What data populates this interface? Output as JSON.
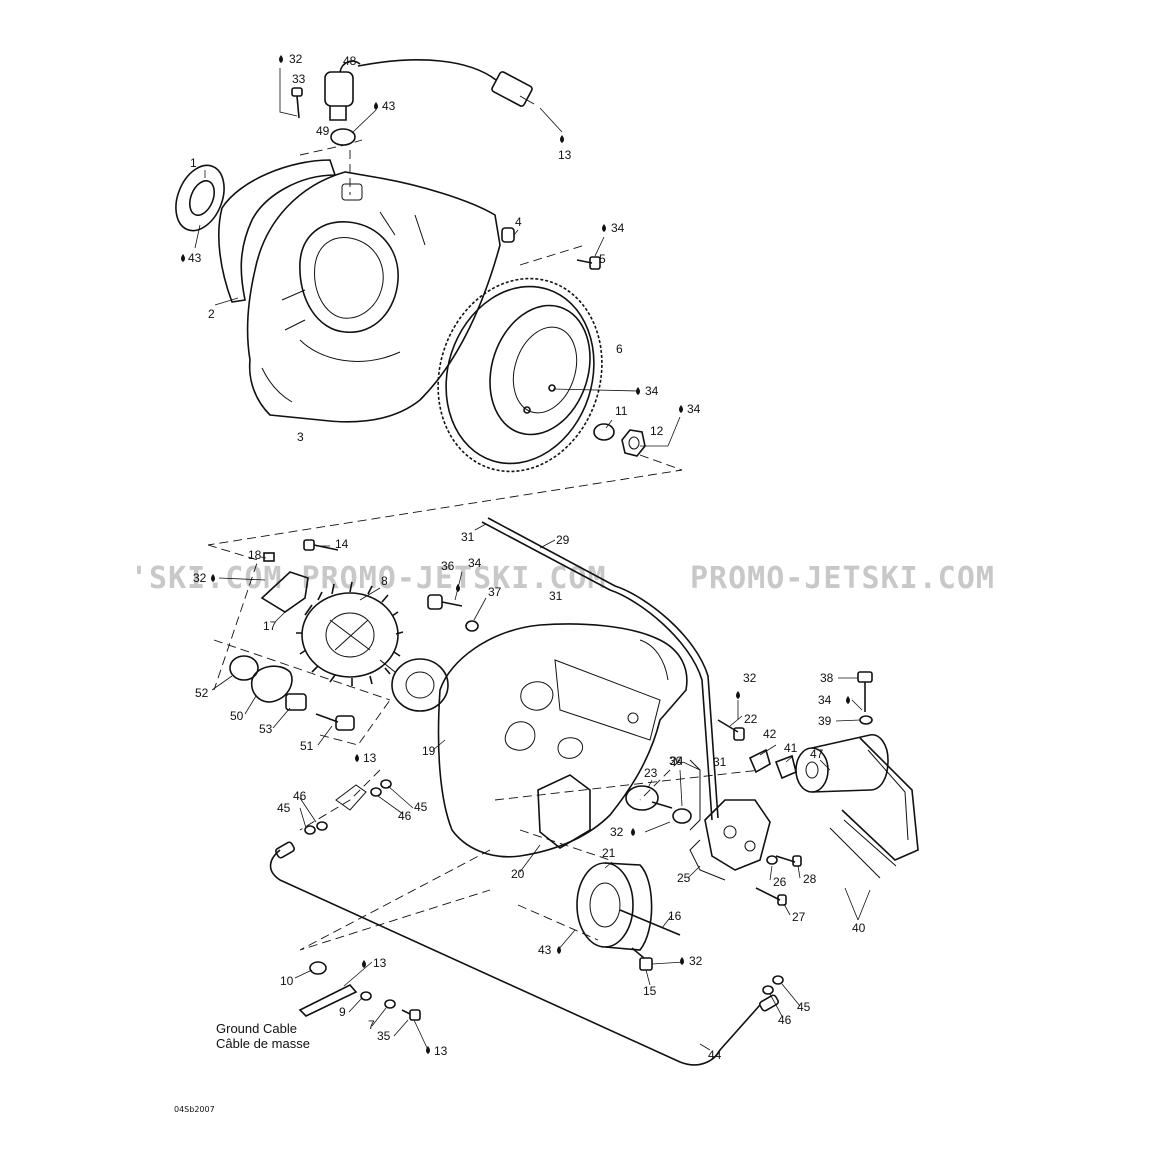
{
  "callouts": {
    "c1": "1",
    "c2": "2",
    "c3": "3",
    "c4": "4",
    "c5": "5",
    "c6": "6",
    "c7": "7",
    "c8": "8",
    "c9": "9",
    "c10": "10",
    "c11": "11",
    "c12": "12",
    "c13a": "13",
    "c13b": "13",
    "c13c": "13",
    "c13d": "13",
    "c14": "14",
    "c15": "15",
    "c16": "16",
    "c17": "17",
    "c18": "18",
    "c19": "19",
    "c20": "20",
    "c21": "21",
    "c22": "22",
    "c23": "23",
    "c24": "24",
    "c25": "25",
    "c26": "26",
    "c27": "27",
    "c28": "28",
    "c29": "29",
    "c30": "30",
    "c31a": "31",
    "c31b": "31",
    "c31c": "31",
    "c32a": "32",
    "c32b": "32",
    "c32c": "32",
    "c32d": "32",
    "c32e": "32",
    "c33": "33",
    "c34a": "34",
    "c34b": "34",
    "c34c": "34",
    "c34d": "34",
    "c34e": "34",
    "c34f": "34",
    "c35": "35",
    "c36": "36",
    "c37": "37",
    "c38": "38",
    "c39": "39",
    "c40": "40",
    "c41": "41",
    "c42": "42",
    "c43a": "43",
    "c43b": "43",
    "c43c": "43",
    "c44": "44",
    "c45a": "45",
    "c45b": "45",
    "c45c": "45",
    "c46a": "46",
    "c46b": "46",
    "c46c": "46",
    "c47": "47",
    "c48": "48",
    "c49": "49",
    "c50": "50",
    "c51": "51",
    "c52": "52",
    "c53": "53"
  },
  "caption": {
    "line1": "Ground Cable",
    "line2": "Câble de masse"
  },
  "drawing_code": "04Sb2007",
  "watermark": {
    "left": "'SKI.COM PROMO-JETSKI.COM",
    "right": "PROMO-JETSKI.COM"
  }
}
